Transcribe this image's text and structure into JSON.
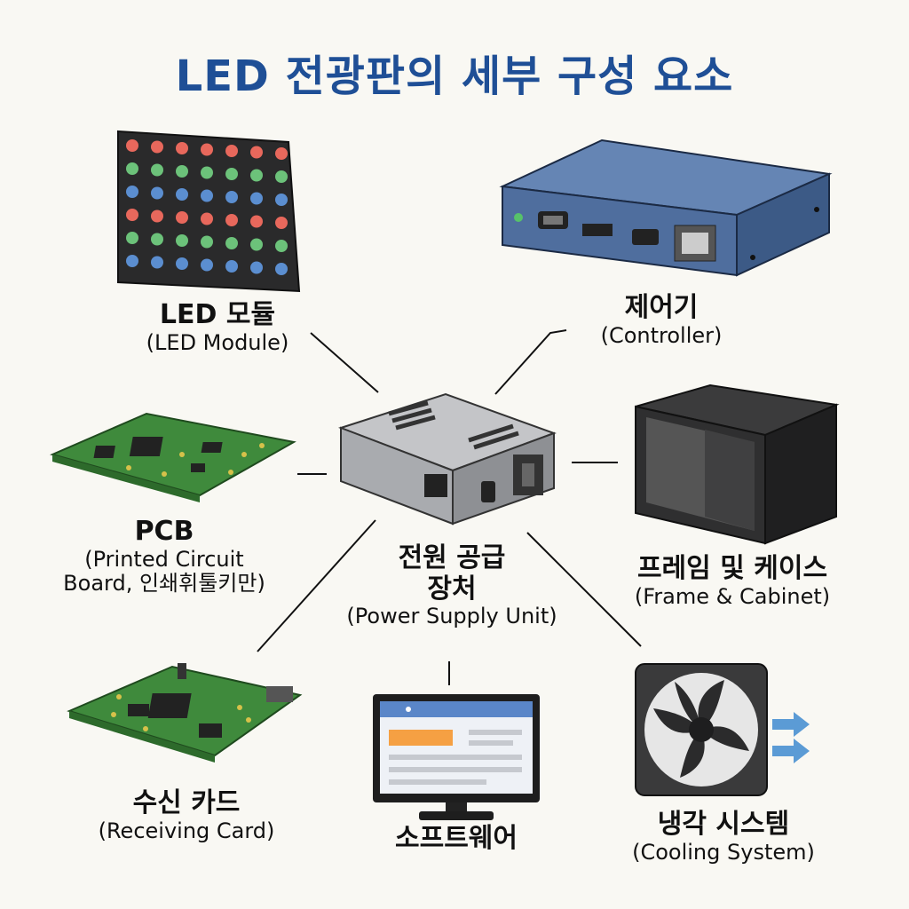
{
  "title": "LED 전광판의 세부 구성 요소",
  "components": {
    "led_module": {
      "ko": "LED 모듈",
      "en": "(LED Module)"
    },
    "controller": {
      "ko": "제어기",
      "en": "(Controller)"
    },
    "pcb": {
      "ko": "PCB",
      "en_line1": "(Printed Circuit",
      "en_line2": "Board, 인쇄휘툴키만)"
    },
    "power_supply": {
      "ko_line1": "전원 공급",
      "ko_line2": "장처",
      "en": "(Power Supply Unit)"
    },
    "frame_cabinet": {
      "ko": "프레임 및 케이스",
      "en": "(Frame & Cabinet)"
    },
    "receiving_card": {
      "ko": "수신 카드",
      "en": "(Receiving Card)"
    },
    "software": {
      "ko": "소프트웨어"
    },
    "cooling_system": {
      "ko": "냉각 시스템",
      "en": "(Cooling System)"
    }
  },
  "colors": {
    "title": "#1f4f96",
    "led_red": "#e8685c",
    "led_green": "#6cc27a",
    "led_blue": "#5b8ed0",
    "pcb_green": "#3f8a3c",
    "controller_blue": "#4f6e9e",
    "psu_gray": "#a9abaf",
    "screen_orange": "#f5a043",
    "screen_bar": "#5a86c8",
    "cooling_arrow": "#5b9bd5"
  },
  "icons": [
    "led-module-icon",
    "controller-box-icon",
    "pcb-board-icon",
    "power-supply-icon",
    "cabinet-frame-icon",
    "receiving-card-icon",
    "monitor-icon",
    "fan-icon"
  ]
}
